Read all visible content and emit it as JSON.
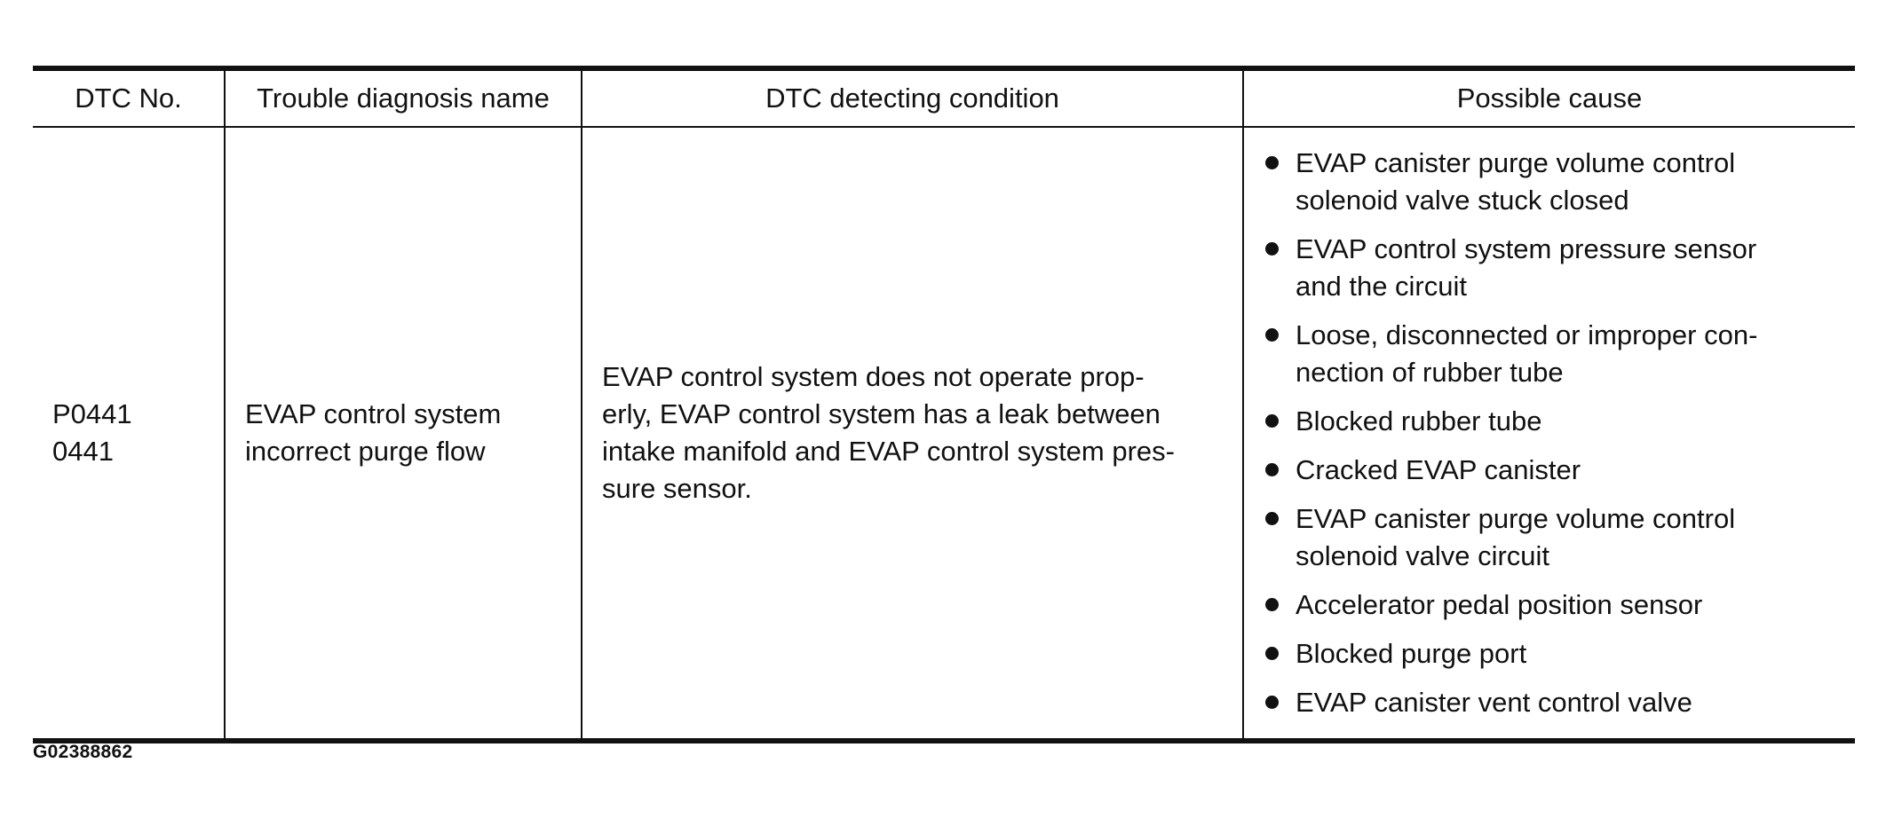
{
  "table": {
    "headers": [
      "DTC No.",
      "Trouble diagnosis name",
      "DTC detecting condition",
      "Possible cause"
    ],
    "row": {
      "dtc_no": [
        "P0441",
        "0441"
      ],
      "diagnosis_name": [
        "EVAP control system",
        "incorrect purge flow"
      ],
      "detecting_condition": [
        "EVAP control system does not operate prop-",
        "erly, EVAP control system has a leak between",
        "intake manifold and EVAP control system pres-",
        "sure sensor."
      ],
      "possible_causes": [
        [
          "EVAP canister purge volume control",
          "solenoid valve stuck closed"
        ],
        [
          "EVAP control system pressure sensor",
          "and the circuit"
        ],
        [
          "Loose, disconnected or improper con-",
          "nection of rubber tube"
        ],
        [
          "Blocked rubber tube"
        ],
        [
          "Cracked EVAP canister"
        ],
        [
          "EVAP canister purge volume control",
          "solenoid valve circuit"
        ],
        [
          "Accelerator pedal position sensor"
        ],
        [
          "Blocked purge port"
        ],
        [
          "EVAP canister vent control valve"
        ]
      ]
    }
  },
  "figure_id": "G02388862"
}
